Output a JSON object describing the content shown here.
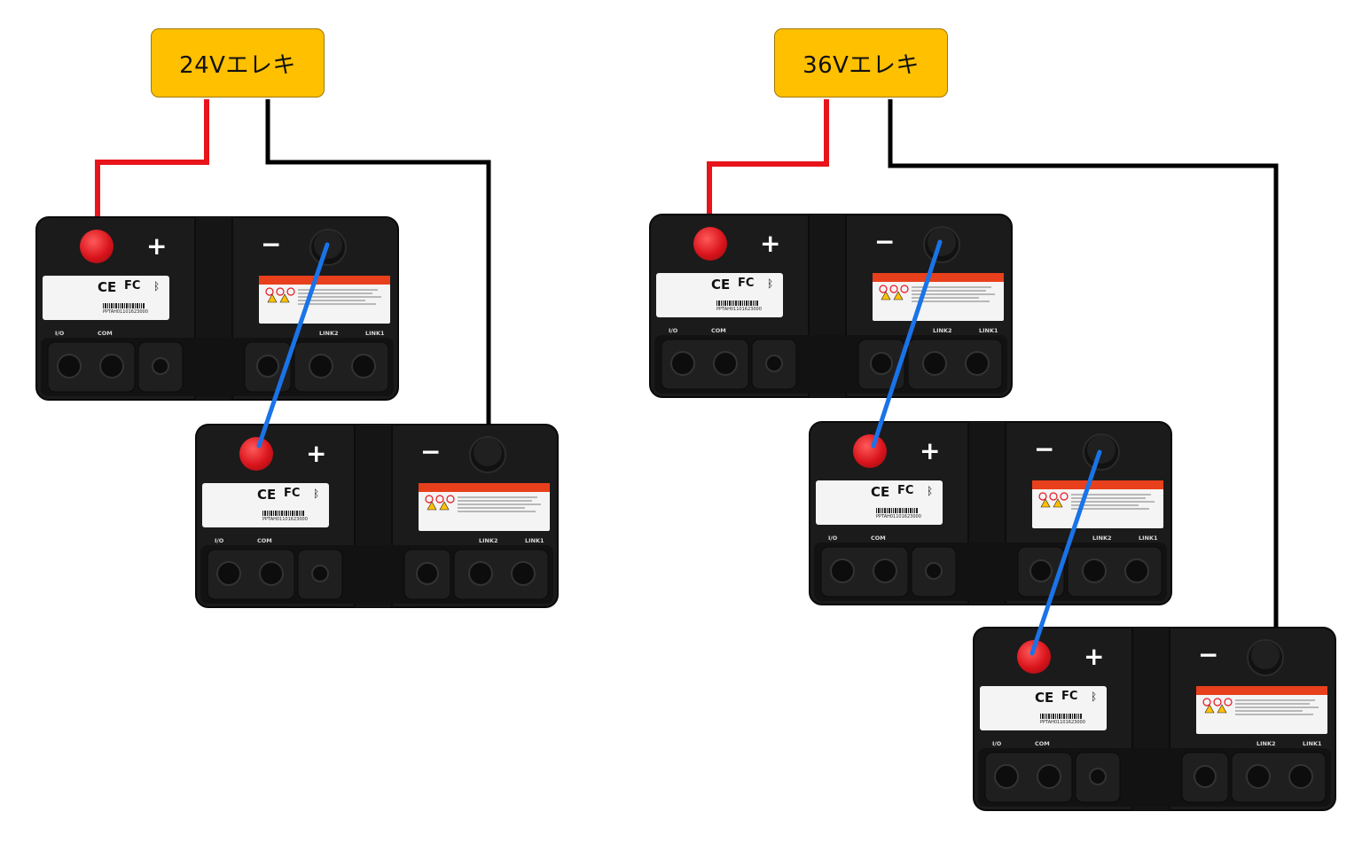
{
  "diagrams": [
    {
      "label": "24Vエレキ",
      "batteries": 2
    },
    {
      "label": "36Vエレキ",
      "batteries": 3
    }
  ],
  "battery": {
    "plus_symbol": "+",
    "minus_symbol": "−",
    "cert_ce": "CE",
    "cert_fc": "FC",
    "serial": "PPTAH01101623000",
    "port_io": "I/O",
    "port_com": "COM",
    "port_link2": "LINK2",
    "port_link1": "LINK1"
  },
  "colors": {
    "positive_wire": "#e8141c",
    "negative_wire": "#000000",
    "series_link_wire": "#1a73e8",
    "label_fill": "#ffc000",
    "terminal_positive": "#d9141c",
    "battery_body": "#1a1a1a",
    "warning_header": "#e8401c"
  }
}
